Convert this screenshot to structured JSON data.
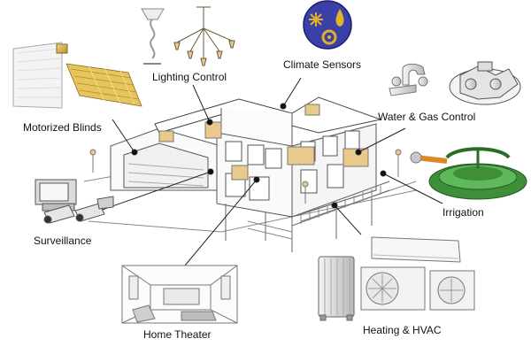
{
  "labels": {
    "motorized_blinds": "Motorized Blinds",
    "lighting_control": "Lighting Control",
    "climate_sensors": "Climate Sensors",
    "water_gas_control": "Water & Gas Control",
    "surveillance": "Surveillance",
    "irrigation": "Irrigation",
    "home_theater": "Home Theater",
    "heating_hvac": "Heating & HVAC"
  },
  "colors": {
    "line": "#222222",
    "blinds_gold": "#d9b649",
    "sensor_blue": "#3b3fa8",
    "sensor_gold": "#e0b226",
    "irrigation_green": "#3e8e3a",
    "hose_orange": "#e0862a",
    "tan_window": "#e9c98c"
  },
  "icons": [
    "motorized-blinds-icon",
    "lamp-icon",
    "chandelier-icon",
    "climate-sensor-icon",
    "faucet-icon",
    "gas-valve-icon",
    "camera-icon",
    "sprinkler-icon",
    "home-theater-room-icon",
    "radiator-icon",
    "air-conditioner-icon"
  ]
}
